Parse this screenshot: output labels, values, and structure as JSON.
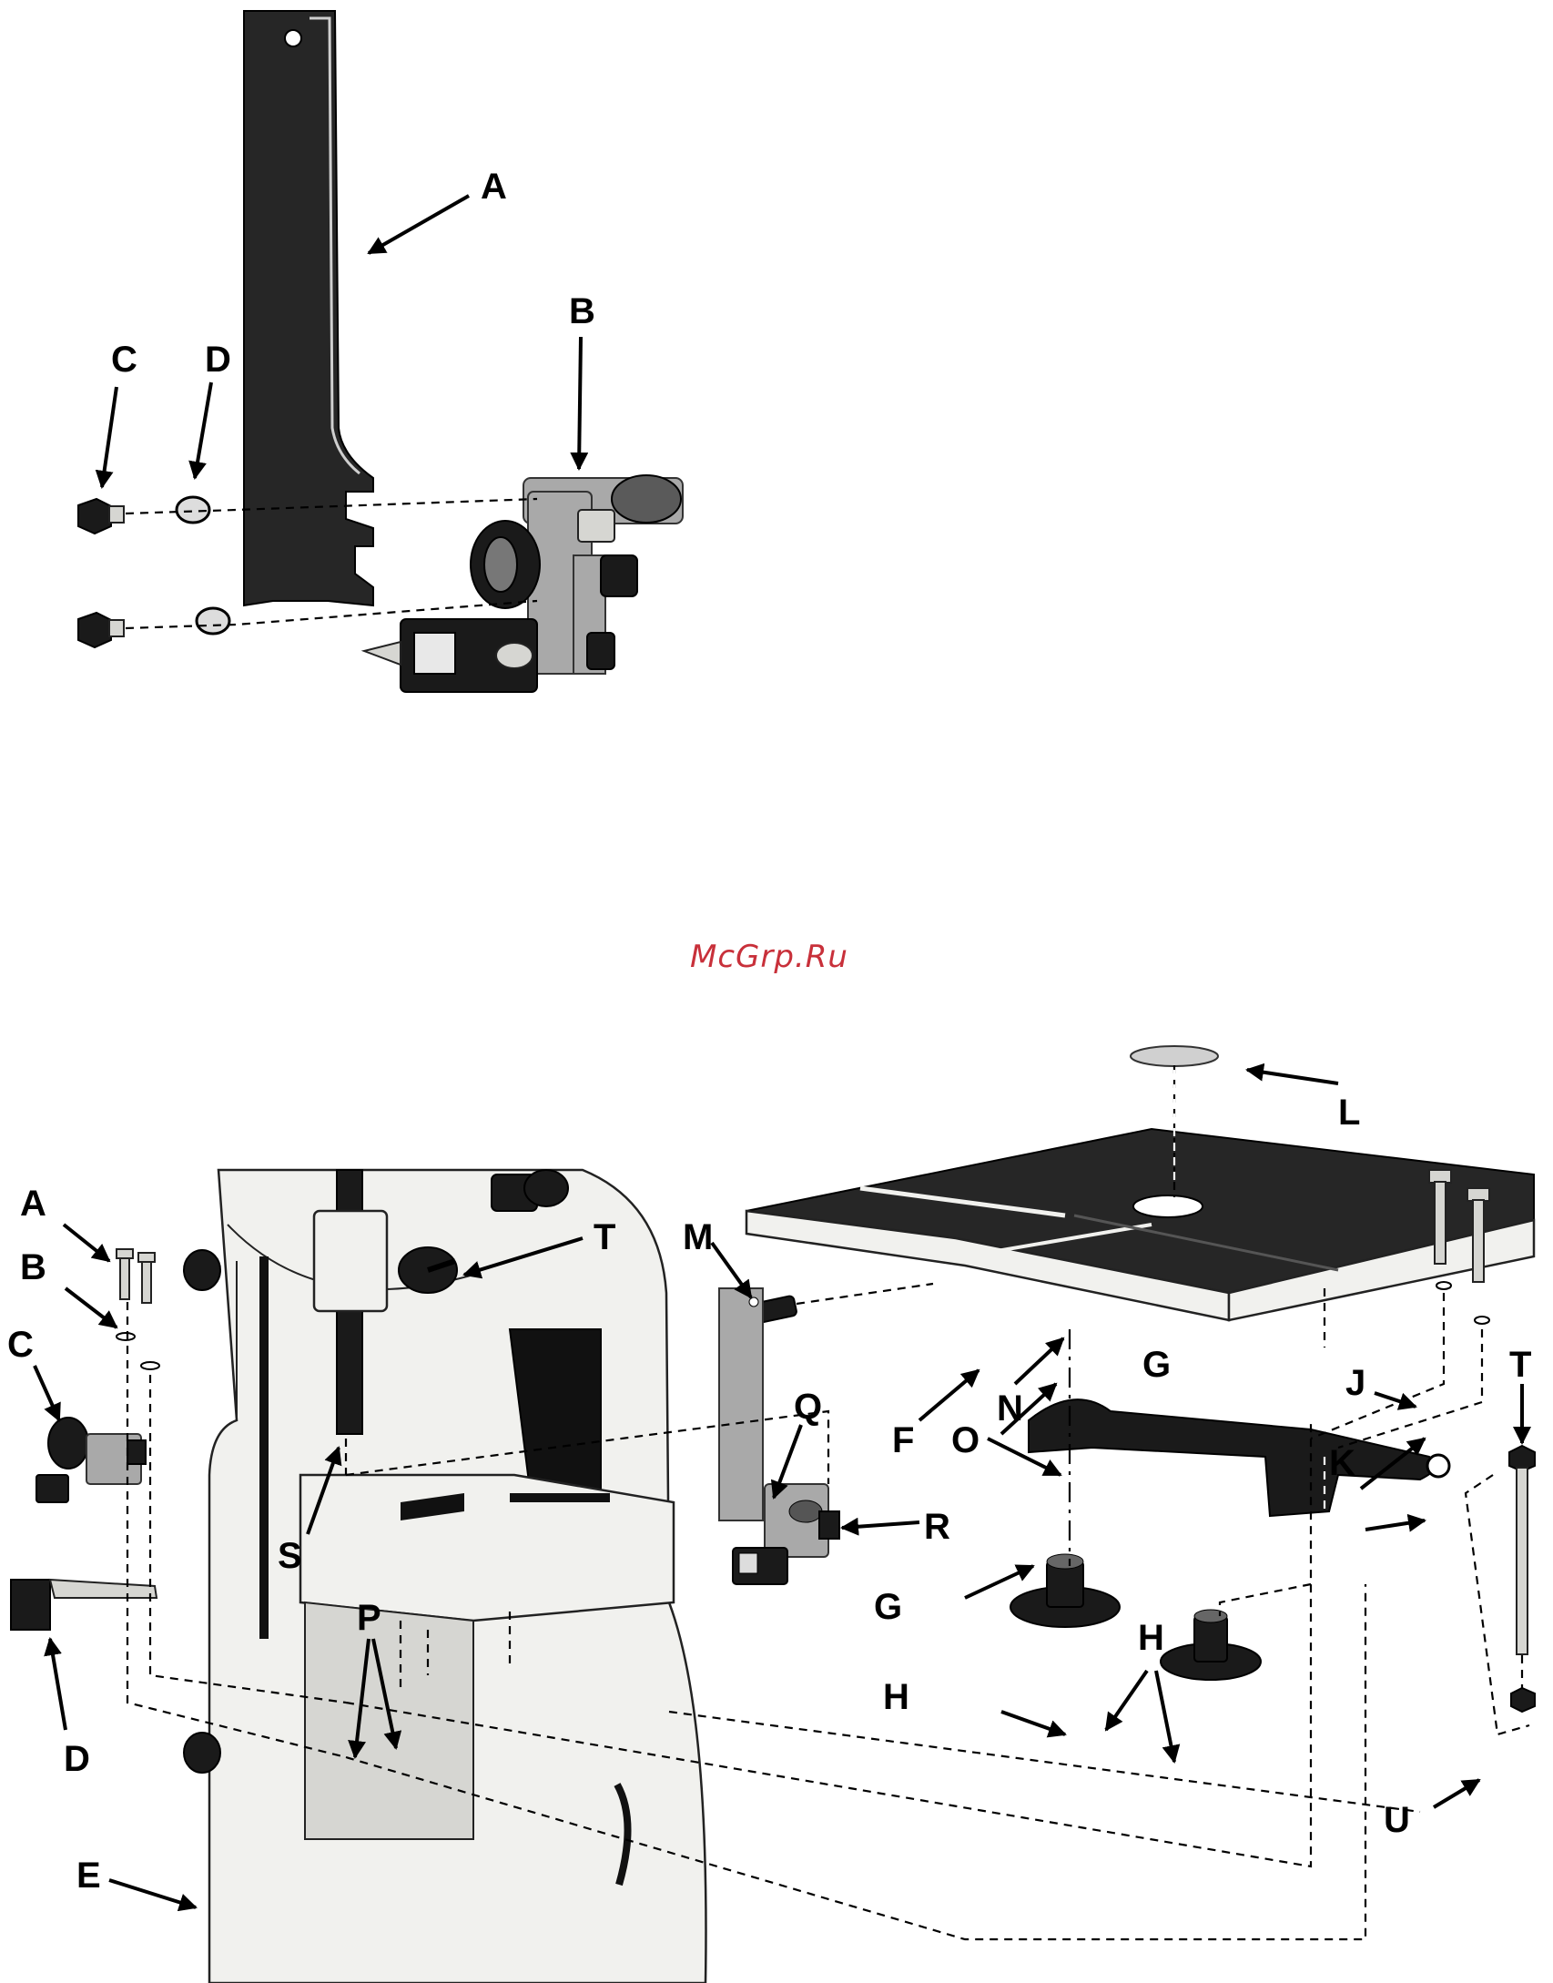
{
  "watermark": "McGrp.Ru",
  "top_figure": {
    "labels": [
      "A",
      "B",
      "C",
      "D"
    ]
  },
  "bottom_figure": {
    "labels": [
      "A",
      "B",
      "C",
      "D",
      "E",
      "F",
      "G",
      "G",
      "H",
      "H",
      "J",
      "K",
      "L",
      "M",
      "N",
      "O",
      "P",
      "Q",
      "R",
      "S",
      "T",
      "T",
      "U"
    ]
  },
  "colors": {
    "ink": "#000000",
    "watermark": "#c8303a",
    "table_top": "#262626",
    "casting": "#f1f1ee"
  }
}
